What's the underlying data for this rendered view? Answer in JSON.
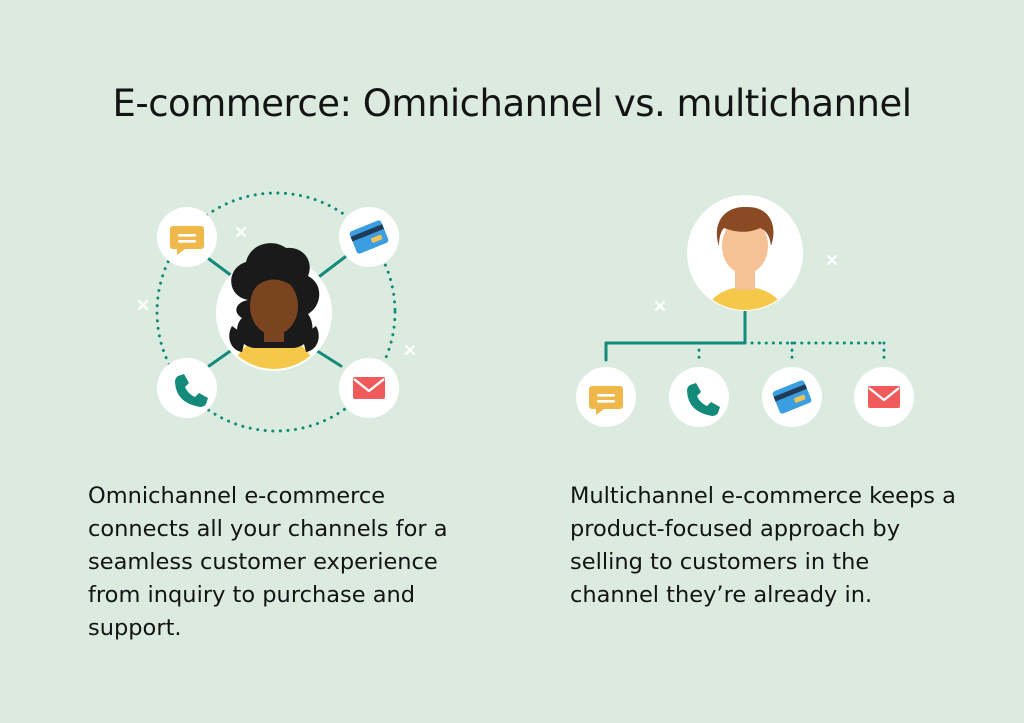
{
  "title": "E-commerce: Omnichannel vs. multichannel",
  "omnichannel": {
    "description": "Omnichannel e-commerce connects all your channels for a seamless customer experience from inquiry to purchase and support.",
    "channels": [
      "chat",
      "credit-card",
      "phone",
      "email"
    ]
  },
  "multichannel": {
    "description": "Multichannel e-commerce keeps a product-focused approach by selling to customers in the channel they’re already in.",
    "channels": [
      "chat",
      "phone",
      "credit-card",
      "email"
    ]
  },
  "colors": {
    "background": "#dcebe0",
    "connector": "#138a7a",
    "chat": "#f0b84a",
    "phone": "#138a7a",
    "card": "#3b9ee0",
    "email": "#ef5a5a",
    "skin_dark": "#7a4420",
    "skin_light": "#f5c195",
    "hair_dark": "#1a1a1a",
    "hair_brown": "#8a4a24",
    "shirt": "#f5c84a"
  }
}
